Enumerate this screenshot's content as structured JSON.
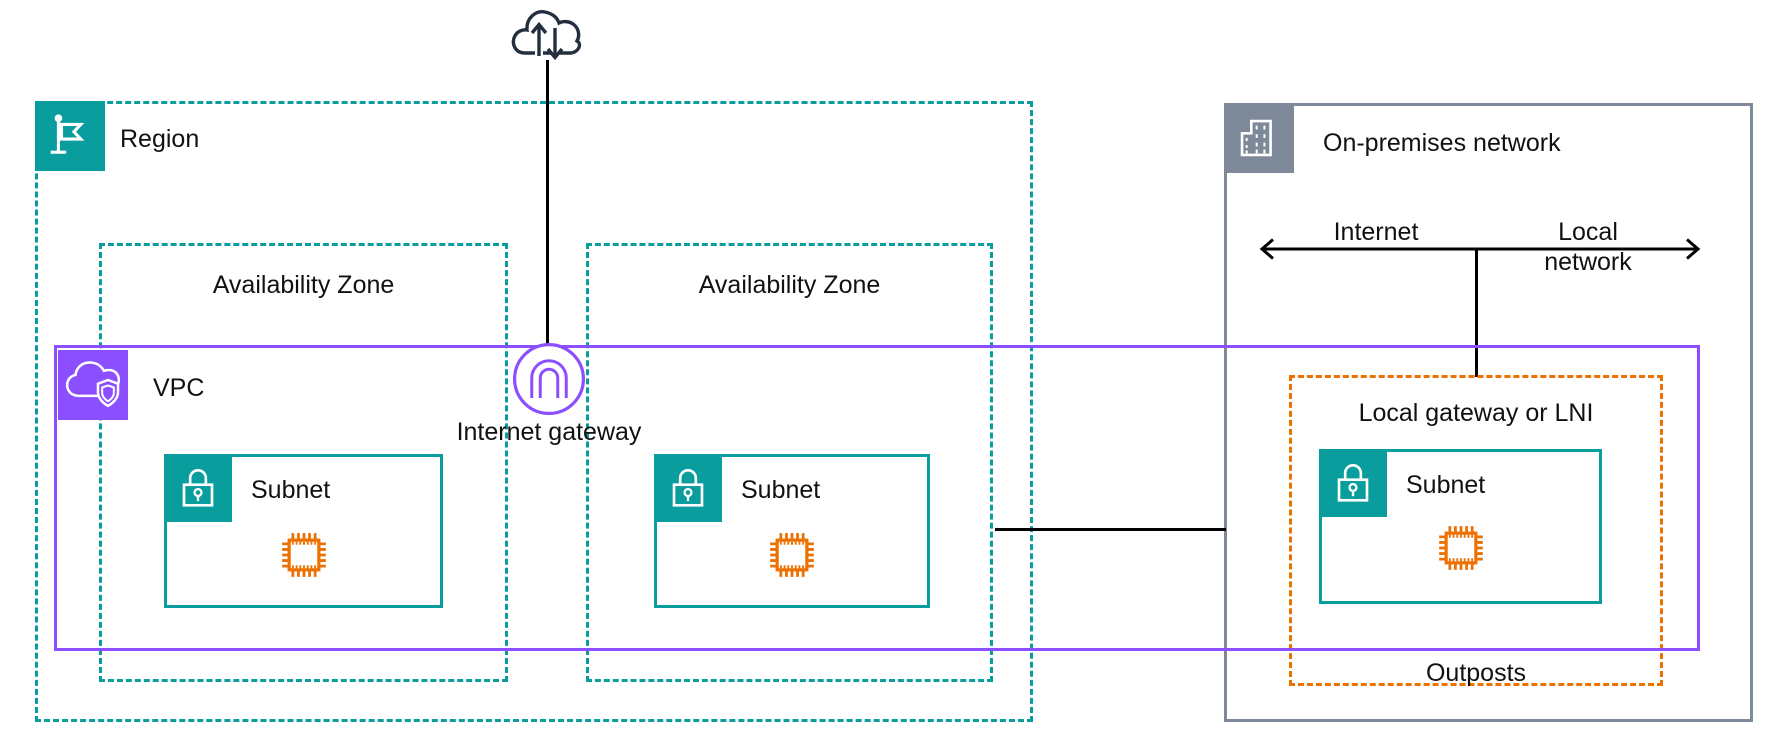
{
  "colors": {
    "teal": "#0a9d9e",
    "purple": "#8c4fff",
    "orange": "#ed7100",
    "slate_gray": "#7d8998",
    "navy": "#232f3e",
    "text": "#111111"
  },
  "internet": {
    "icon": "internet-cloud-icon"
  },
  "region": {
    "label": "Region",
    "icon": "region-flag-icon"
  },
  "availability_zones": [
    {
      "label": "Availability Zone"
    },
    {
      "label": "Availability Zone"
    }
  ],
  "vpc": {
    "label": "VPC",
    "icon": "vpc-shield-cloud-icon"
  },
  "internet_gateway": {
    "label": "Internet gateway",
    "icon": "internet-gateway-arch-icon"
  },
  "subnets": [
    {
      "label": "Subnet",
      "icons": [
        "lock-icon",
        "chip-icon"
      ]
    },
    {
      "label": "Subnet",
      "icons": [
        "lock-icon",
        "chip-icon"
      ]
    },
    {
      "label": "Subnet",
      "icons": [
        "lock-icon",
        "chip-icon"
      ]
    }
  ],
  "on_premises": {
    "label": "On-premises network",
    "icon": "building-icon",
    "arrow": {
      "left_label": "Internet",
      "right_label_line1": "Local",
      "right_label_line2": "network"
    }
  },
  "outposts": {
    "label": "Outposts",
    "gateway_label": "Local gateway or LNI"
  }
}
